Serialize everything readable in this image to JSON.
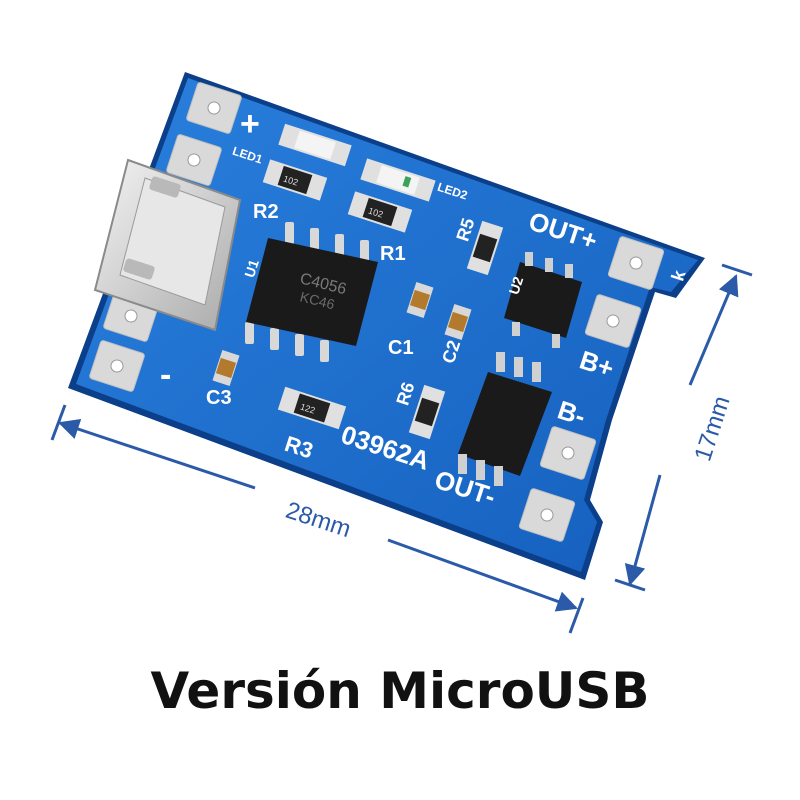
{
  "board": {
    "labels": {
      "plus": "+",
      "minus": "-",
      "led1": "LED1",
      "led2": "LED2",
      "r1": "R1",
      "r2": "R2",
      "r3": "R3",
      "r5": "R5",
      "r6": "R6",
      "c1": "C1",
      "c2": "C2",
      "c3": "C3",
      "u1": "U1",
      "u2": "U2",
      "k": "k",
      "out_plus": "OUT+",
      "out_minus": "OUT-",
      "b_plus": "B+",
      "b_minus": "B-",
      "part_code": "03962A",
      "res_102_a": "102",
      "res_102_b": "102",
      "res_122": "122",
      "chip_marking_1": "C4056",
      "chip_marking_2": "KC46"
    }
  },
  "dimensions": {
    "width_label": "28mm",
    "height_label": "17mm"
  },
  "caption": "Versión MicroUSB",
  "colors": {
    "pcb_blue": "#1d6fcf",
    "pcb_edge": "#0c3f8a",
    "dimension_line": "#2a5aa8",
    "caption_text": "#111111"
  }
}
